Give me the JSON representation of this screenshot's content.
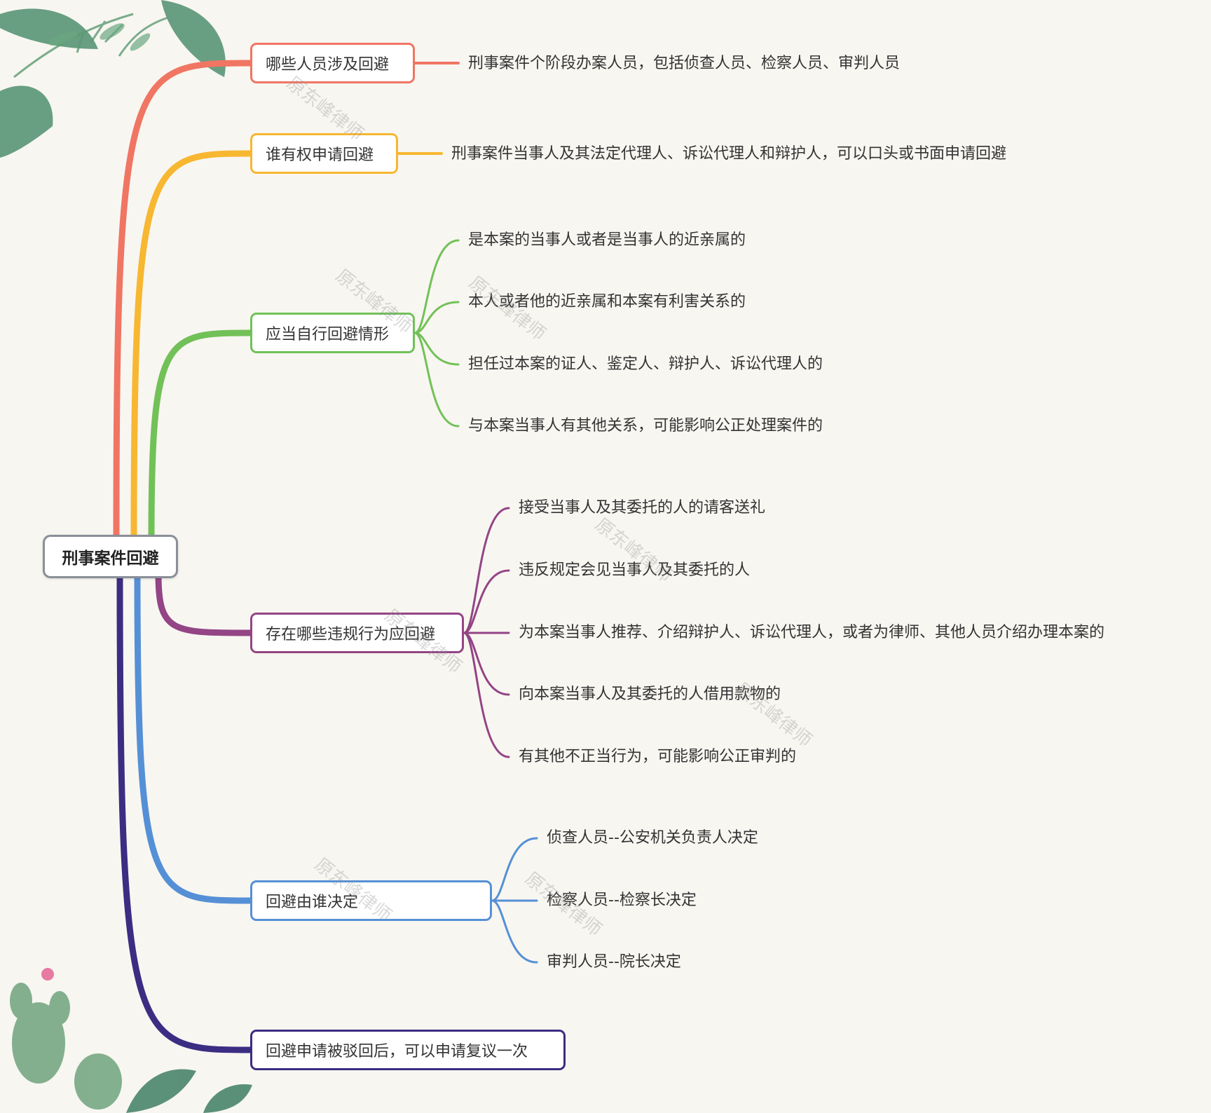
{
  "root": {
    "label": "刑事案件回避"
  },
  "branches": [
    {
      "label": "哪些人员涉及回避",
      "color": "#f07563",
      "children": [
        "刑事案件个阶段办案人员，包括侦查人员、检察人员、审判人员"
      ]
    },
    {
      "label": "谁有权申请回避",
      "color": "#f7b731",
      "children": [
        "刑事案件当事人及其法定代理人、诉讼代理人和辩护人，可以口头或书面申请回避"
      ]
    },
    {
      "label": "应当自行回避情形",
      "color": "#72c158",
      "children": [
        "是本案的当事人或者是当事人的近亲属的",
        "本人或者他的近亲属和本案有利害关系的",
        "担任过本案的证人、鉴定人、辩护人、诉讼代理人的",
        "与本案当事人有其他关系，可能影响公正处理案件的"
      ]
    },
    {
      "label": "存在哪些违规行为应回避",
      "color": "#934585",
      "children": [
        "接受当事人及其委托的人的请客送礼",
        "违反规定会见当事人及其委托的人",
        "为本案当事人推荐、介绍辩护人、诉讼代理人，或者为律师、其他人员介绍办理本案的",
        "向本案当事人及其委托的人借用款物的",
        "有其他不正当行为，可能影响公正审判的"
      ]
    },
    {
      "label": "回避由谁决定",
      "color": "#5590d6",
      "children": [
        "侦查人员--公安机关负责人决定",
        "检察人员--检察长决定",
        "审判人员--院长决定"
      ]
    },
    {
      "label": "回避申请被驳回后，可以申请复议一次",
      "color": "#3b2d82",
      "children": []
    }
  ],
  "watermark": "原东峰律师"
}
